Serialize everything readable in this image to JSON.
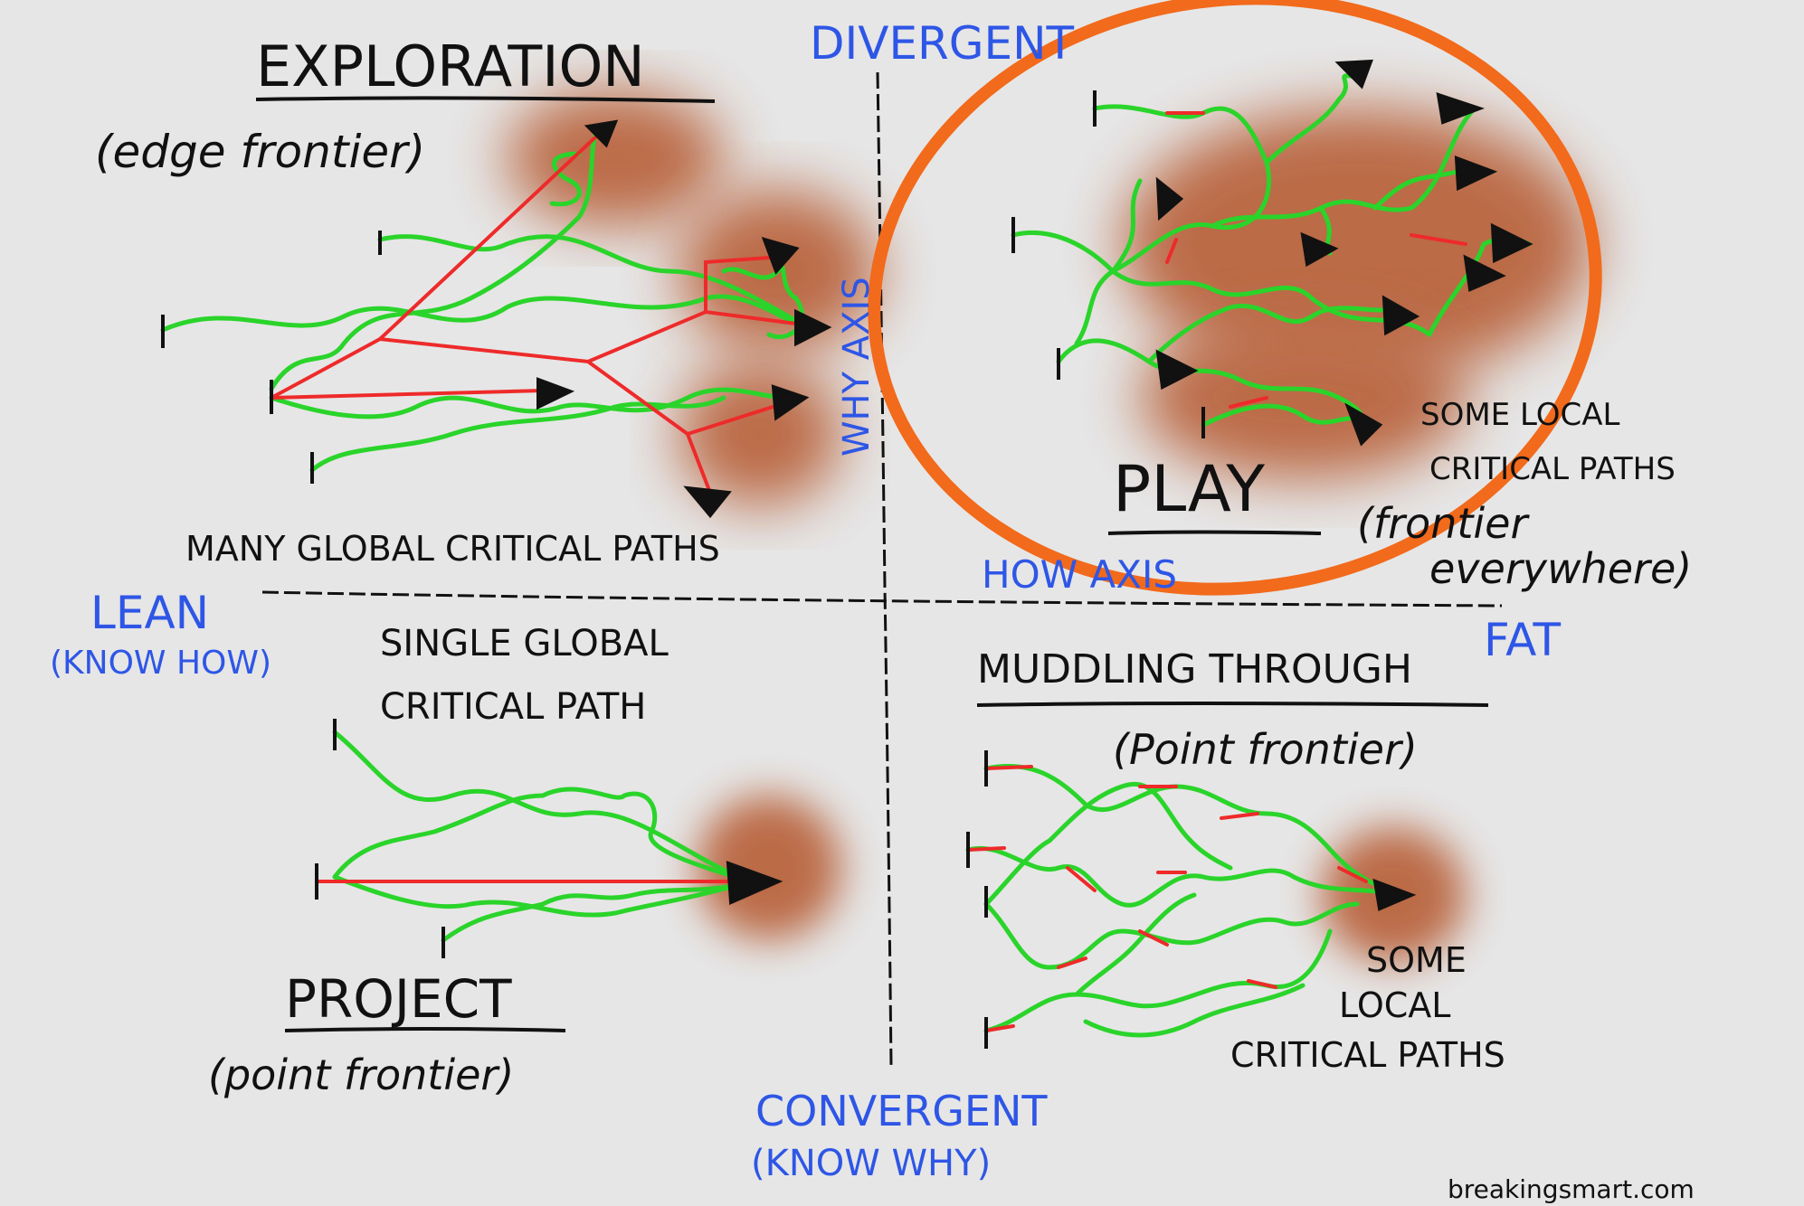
{
  "axes": {
    "top": "DIVERGENT",
    "bottom_line1": "CONVERGENT",
    "bottom_line2": "(KNOW WHY)",
    "left_line1": "LEAN",
    "left_line2": "(KNOW HOW)",
    "right": "FAT",
    "why_axis": "WHY AXIS",
    "how_axis": "HOW AXIS"
  },
  "quadrants": {
    "exploration": {
      "title": "EXPLORATION",
      "subtitle": "(edge frontier)",
      "caption": "MANY GLOBAL CRITICAL PATHS"
    },
    "play": {
      "title": "PLAY",
      "caption_line1": "SOME LOCAL",
      "caption_line2": "CRITICAL PATHS",
      "subtitle_line1": "(frontier",
      "subtitle_line2": "everywhere)"
    },
    "project": {
      "caption_line1": "SINGLE GLOBAL",
      "caption_line2": "CRITICAL PATH",
      "title": "PROJECT",
      "subtitle": "(point frontier)"
    },
    "muddling": {
      "title": "MUDDLING THROUGH",
      "subtitle": "(Point frontier)",
      "caption_line1": "SOME",
      "caption_line2": "LOCAL",
      "caption_line3": "CRITICAL PATHS"
    }
  },
  "credit": "breakingsmart.com",
  "colors": {
    "path": "#2ad42a",
    "critical": "#ee2a2a",
    "frontier": "#b4542a",
    "highlight": "#f26a1b",
    "axis_label": "#2e56e6",
    "ink": "#111111"
  }
}
